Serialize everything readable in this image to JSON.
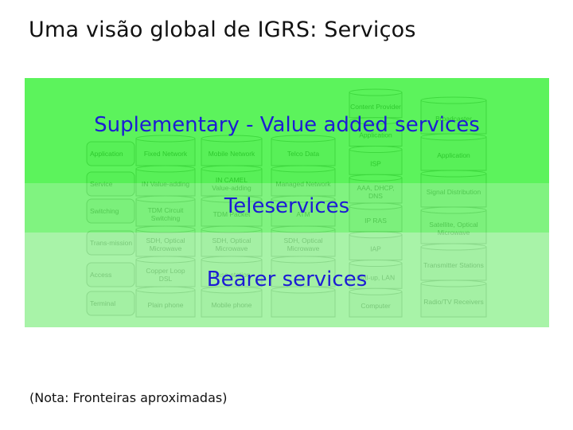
{
  "title": "Uma visão global de IGRS: Serviços",
  "note": "(Nota: Fronteiras aproximadas)",
  "bands": {
    "top": "Suplementary - Value added services",
    "middle": "Teleservices",
    "bottom": "Bearer services"
  },
  "colors": {
    "band_top": "#2ef02e",
    "band_middle": "#5cf05c",
    "band_bottom": "#8ff08f",
    "label": "#1c1cd4"
  },
  "diagram": {
    "row_labels": [
      "Application",
      "Service",
      "Switching",
      "Trans-mission",
      "Access",
      "Terminal"
    ],
    "columns": [
      {
        "cells": [
          "Fixed Network",
          "IN Value-adding",
          "TDM Circuit Switching",
          "SDH, Optical Microwave",
          "Copper Loop DSL",
          "Plain phone"
        ]
      },
      {
        "cells": [
          "Mobile Network",
          "IN CAMEL Value-adding",
          "TDM Packet",
          "SDH, Optical Microwave",
          "Base-station",
          "Mobile phone"
        ]
      },
      {
        "cells": [
          "Telco Data",
          "Managed Network",
          "ATM",
          "SDH, Optical Microwave",
          "",
          ""
        ]
      },
      {
        "cells": [
          "Content Provider",
          "Application",
          "ISP",
          "AAA, DHCP, DNS",
          "IP RAS",
          "IAP",
          "Dial-up, LAN",
          "Computer"
        ]
      },
      {
        "cells": [
          "Broadcaster",
          "Application",
          "Signal Distribution",
          "Satellite, Optical Microwave",
          "Transmitter Stations",
          "Radio/TV Receivers"
        ]
      }
    ]
  }
}
